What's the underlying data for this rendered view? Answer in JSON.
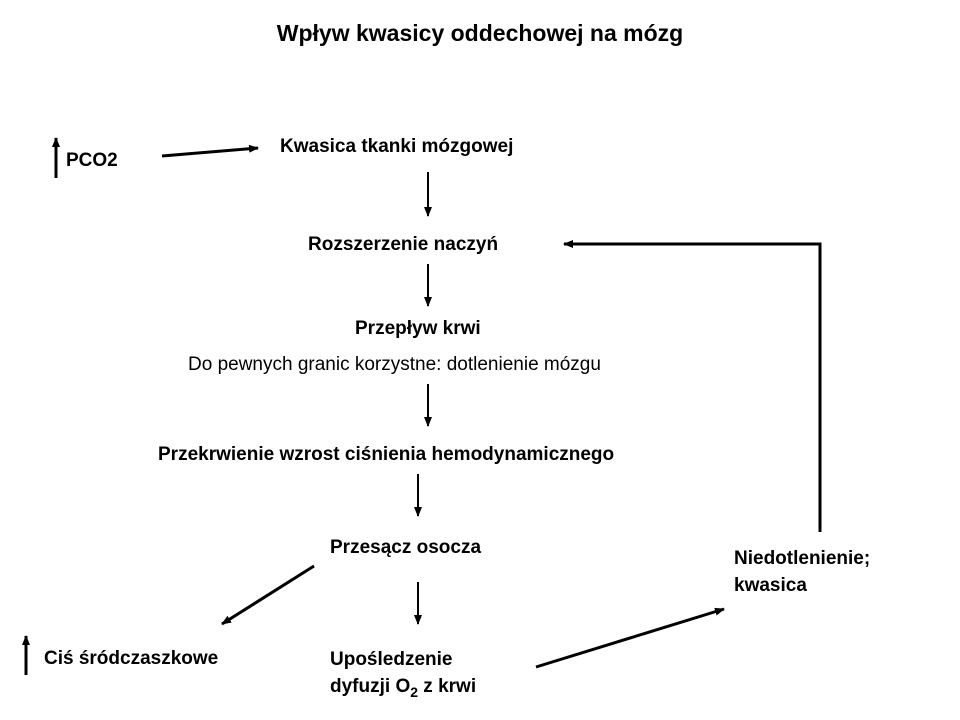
{
  "title": "Wpływ kwasicy oddechowej na mózg",
  "nodes": {
    "pco2": "PCO2",
    "kwasica_tkanki": "Kwasica tkanki mózgowej",
    "rozszerzenie": "Rozszerzenie naczyń",
    "przeplyw": "Przepływ krwi",
    "korzystne": "Do pewnych granic korzystne: dotlenienie mózgu",
    "przekrwienie": "Przekrwienie wzrost ciśnienia hemodynamicznego",
    "przesacz": "Przesącz osocza",
    "cisnienie": "Ciś śródczaszkowe",
    "uposledzenie_line1": "Upośledzenie",
    "uposledzenie_line2_a": "dyfuzji O",
    "uposledzenie_sub": "2",
    "uposledzenie_line2_b": " z krwi",
    "niedotlenienie_line1": "Niedotlenienie;",
    "niedotlenienie_line2": "kwasica"
  }
}
